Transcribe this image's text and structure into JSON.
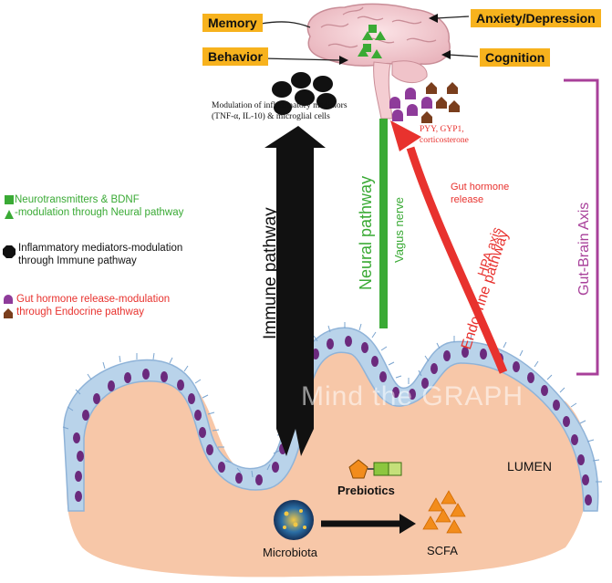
{
  "brain_labels": {
    "memory": "Memory",
    "behavior": "Behavior",
    "anxiety": "Anxiety/Depression",
    "cognition": "Cognition"
  },
  "immune_note": "Modulation of inflammatory mediators (TNF-α, IL-10) & microglial cells",
  "hormone_note": "PYY, GYP1, corticosterone",
  "gut_hormone_release": "Gut hormone release",
  "pathways": {
    "immune": "Immune pathway",
    "neural": "Neural pathway",
    "vagus": "Vagus nerve",
    "endocrine": "Endocrine pathway",
    "hpa": "HPA axis",
    "gut_brain_axis": "Gut-Brain Axis"
  },
  "legend": [
    {
      "line1": "Neurotransmitters & BDNF",
      "line2": "-modulation through Neural pathway",
      "color": "#3aaa35"
    },
    {
      "line1": "Inflammatory mediators-modulation",
      "line2": "through Immune pathway",
      "color": "#111111"
    },
    {
      "line1": "Gut hormone release-modulation",
      "line2": "through Endocrine pathway",
      "color": "#e8322e"
    }
  ],
  "gut": {
    "lumen": "LUMEN",
    "prebiotics": "Prebiotics",
    "microbiota": "Microbiota",
    "scfa": "SCFA"
  },
  "watermark": "Mind the GRAPH",
  "colors": {
    "tag": "#f7b21d",
    "neural": "#3aaa35",
    "endocrine": "#e8322e",
    "axis": "#a8409a",
    "epithelium": "#b9d3ea",
    "nucleus": "#6b2a7d",
    "lamina": "#f7c7a8"
  }
}
